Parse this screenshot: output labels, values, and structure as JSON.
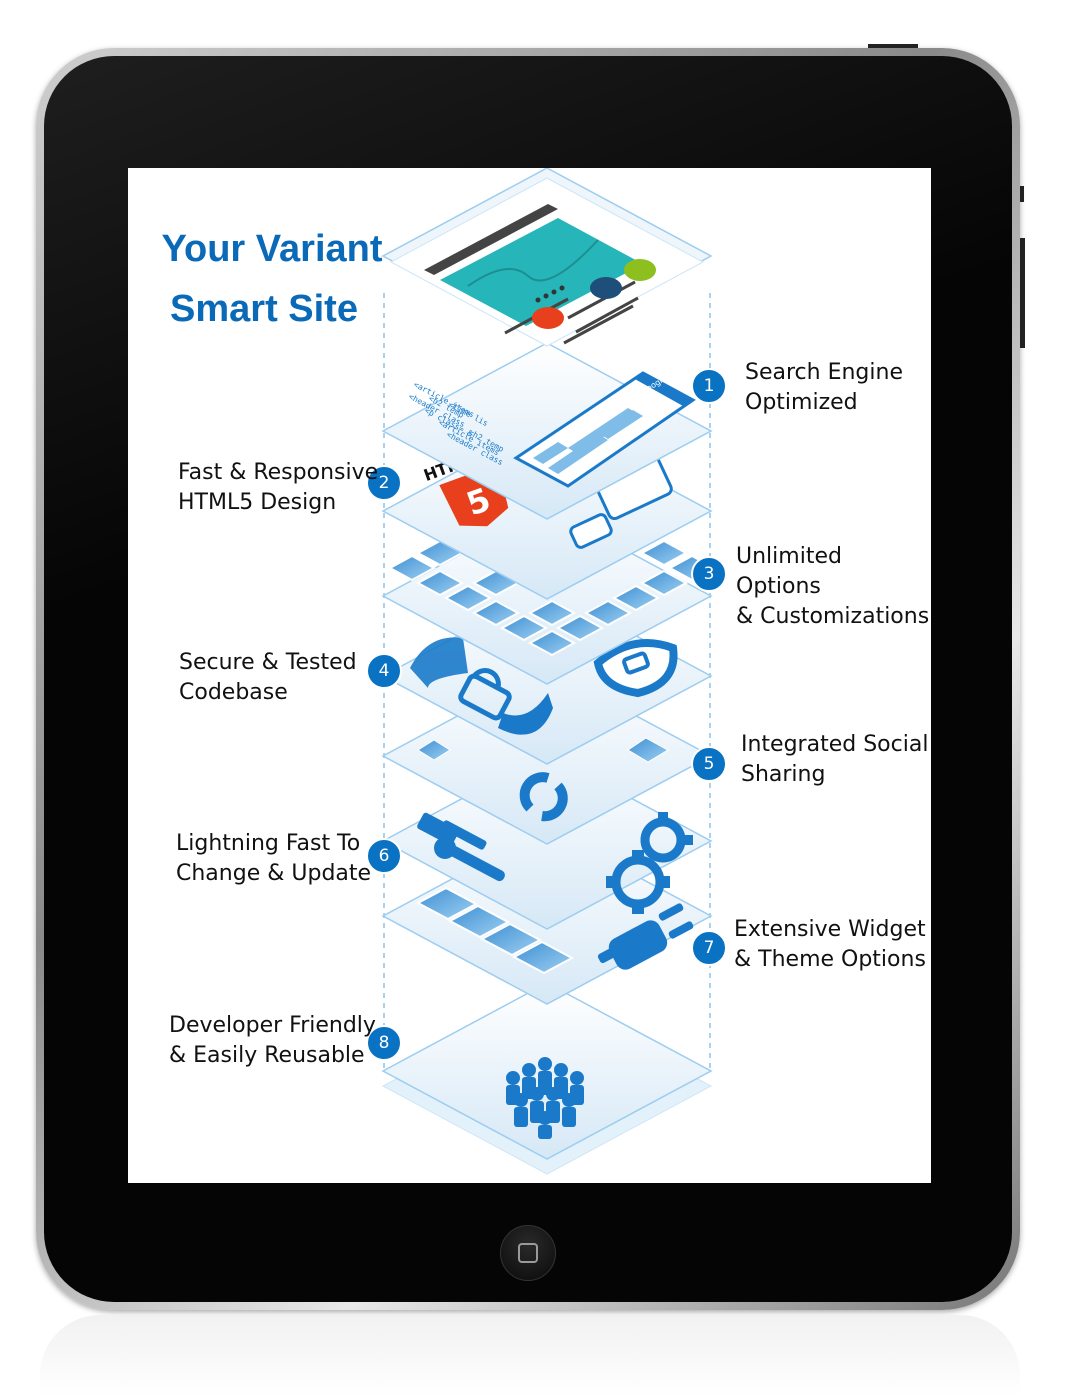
{
  "title": {
    "line1": "Your Variant",
    "line2": "Smart Site"
  },
  "features": [
    {
      "num": "1",
      "line1": "Search Engine",
      "line2": "Optimized"
    },
    {
      "num": "2",
      "line1": "Fast & Responsive",
      "line2": "HTML5 Design"
    },
    {
      "num": "3",
      "line1": "Unlimited Options",
      "line2": "& Customizations"
    },
    {
      "num": "4",
      "line1": "Secure & Tested",
      "line2": "Codebase"
    },
    {
      "num": "5",
      "line1": "Integrated Social",
      "line2": "Sharing"
    },
    {
      "num": "6",
      "line1": "Lightning Fast To",
      "line2": "Change & Update"
    },
    {
      "num": "7",
      "line1": "Extensive Widget",
      "line2": "& Theme Options"
    },
    {
      "num": "8",
      "line1": "Developer Friendly",
      "line2": "& Easily Reusable"
    }
  ],
  "layers": {
    "google_label": "Google",
    "html_label": "HTML",
    "html5_label": "5",
    "code_lines": [
      "<article items",
      "<header class",
      "<h2 temp",
      "<p class= &",
      "<time lis",
      "<article items",
      "<header class",
      "<h2 temp"
    ]
  },
  "colors": {
    "accent": "#0a72c2",
    "title": "#0a6ab8",
    "teal": "#26b5b8",
    "orange": "#e8401c",
    "navy": "#1e4f7a",
    "lime": "#8dbf1f"
  },
  "icons": [
    "lock-icon",
    "shield-icon",
    "share-icon",
    "hammer-icon",
    "wrench-icon",
    "gear-icon",
    "plug-icon",
    "people-icon"
  ]
}
